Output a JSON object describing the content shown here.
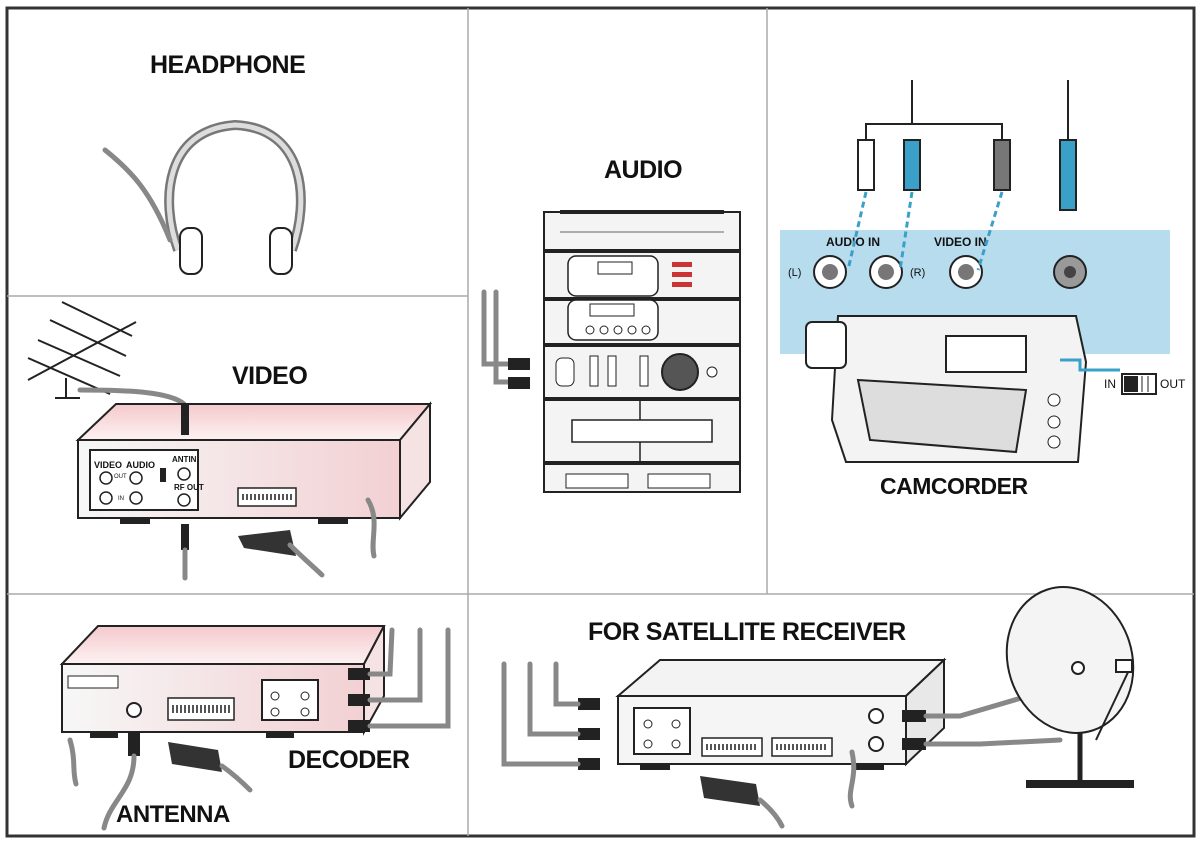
{
  "labels": {
    "headphone": "HEADPHONE",
    "audio": "AUDIO",
    "video": "VIDEO",
    "camcorder": "CAMCORDER",
    "decoder": "DECODER",
    "antenna": "ANTENNA",
    "satellite": "FOR SATELLITE RECEIVER"
  },
  "camcorder_panel": {
    "audio_in": "AUDIO IN",
    "video_in": "VIDEO IN",
    "left": "(L)",
    "right": "(R)",
    "switch_in": "IN",
    "switch_out": "OUT"
  },
  "vcr_panel": {
    "video": "VIDEO",
    "audio": "AUDIO",
    "out": "OUT",
    "in": "IN",
    "antin": "ANTIN",
    "rf_out": "RF OUT"
  },
  "colors": {
    "camcorder_panel_bg": "#b7dcee",
    "cable_accent": "#3aa0c8",
    "pink_top": "#f7dede",
    "border": "#222222"
  }
}
